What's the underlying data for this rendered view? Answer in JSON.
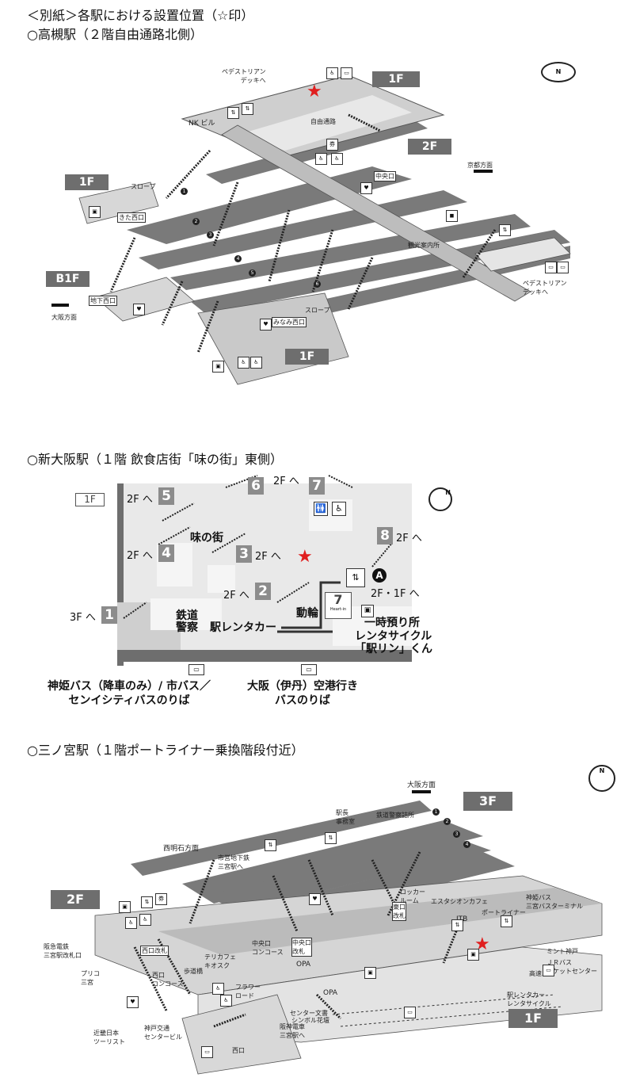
{
  "headers": {
    "main": "＜別紙＞各駅における設置位置（☆印）",
    "takatsuki": "○高槻駅（２階自由通路北側）",
    "shinosaka": "○新大阪駅（１階 飲食店街「味の街」東側）",
    "sannomiya": "○三ノ宮駅（１階ポートライナー乗換階段付近）"
  },
  "takatsuki": {
    "floor_tags": [
      "1F",
      "2F",
      "1F",
      "B1F",
      "1F"
    ],
    "labels": {
      "deck_n": "ペデストリアン\nデッキへ",
      "nk": "NK ビル",
      "free_passage": "自由通路",
      "slope1": "スロープ",
      "kita_nishi": "きた西口",
      "chuo": "中央口",
      "kyoto": "京都方面",
      "kanko": "観光案内所",
      "deck_s": "ペデストリアン\nデッキへ",
      "chika_nishi": "地下西口",
      "osaka": "大阪方面",
      "slope2": "スロープ",
      "minami_nishi": "みなみ西口"
    },
    "platforms": [
      "1",
      "2",
      "3",
      "4",
      "5",
      "6"
    ],
    "compass": "N"
  },
  "shinosaka": {
    "floor_tag": "1F",
    "escalators": [
      {
        "num": "1",
        "to": "3F へ"
      },
      {
        "num": "2",
        "to": "2F へ"
      },
      {
        "num": "3",
        "to": "2F へ"
      },
      {
        "num": "4",
        "to": "2F へ"
      },
      {
        "num": "5",
        "to": "2F へ"
      },
      {
        "num": "6",
        "to": "2F へ"
      },
      {
        "num": "7",
        "to": ""
      },
      {
        "num": "8",
        "to": "2F へ"
      }
    ],
    "labels": {
      "aji": "味の街",
      "tetsudo": "鉄道\n警察",
      "rentacar": "駅レンタカー",
      "dourin": "動輪",
      "locker": "一時預り所",
      "cycle": "レンタサイクル\n「駅リン」くん",
      "a_to": "2F・1F へ",
      "bus_left": "神姫バス（降車のみ）/ 市バス／\nセンイシティバスのりば",
      "bus_right": "大阪（伊丹）空港行き\nバスのりば",
      "marker_a": "A",
      "seven": "7",
      "seven_sub": "Heart-in"
    },
    "compass": "N"
  },
  "sannomiya": {
    "floor_tags": [
      "3F",
      "2F",
      "1F"
    ],
    "labels": {
      "osaka": "大阪方面",
      "nishi_akashi": "西明石方面",
      "ekicho": "駅長\n事務室",
      "tetsudo_keisatsu": "鉄道警察詰所",
      "shiei": "市営地下鉄\n三宮駅へ",
      "esta": "エスタシオンカフェ",
      "port": "ポートライナー",
      "shinki": "神姫バス\n三宮バスターミナル",
      "hankyu": "阪急電鉄\n三宮駅改札口",
      "puriko": "プリコ\n三宮",
      "nishi_kaisatsu": "西口改札",
      "nishi_concourse": "西口\nコンコース",
      "teri": "テリカフェ\nキオスク",
      "hodokyo": "歩道橋",
      "chuo_concourse": "中央口\nコンコース",
      "chuo_kaisatsu": "中央口\n改札",
      "opa1": "OPA",
      "opa2": "OPA",
      "jtb": "JTB",
      "higashi": "東口\n改札",
      "locker": "ロッカー\nルーム",
      "flower": "フラワー\nロード",
      "kintetsu": "近畿日本\nツーリスト",
      "kobe_kotsu": "神戸交通\nセンタービル",
      "nishi_guchi": "西口",
      "center": "センター文書",
      "hanshin": "阪神電車\n三宮駅へ",
      "symbol": "シンボル花壇",
      "mint": "ミント神戸",
      "jrbus": "ＪＲバス\nチケットセンター",
      "kosoku": "高速バス",
      "eki_rent": "駅レンタカー\nレンタサイクル"
    },
    "platforms": [
      "1",
      "2",
      "3",
      "4"
    ],
    "compass": "N"
  }
}
